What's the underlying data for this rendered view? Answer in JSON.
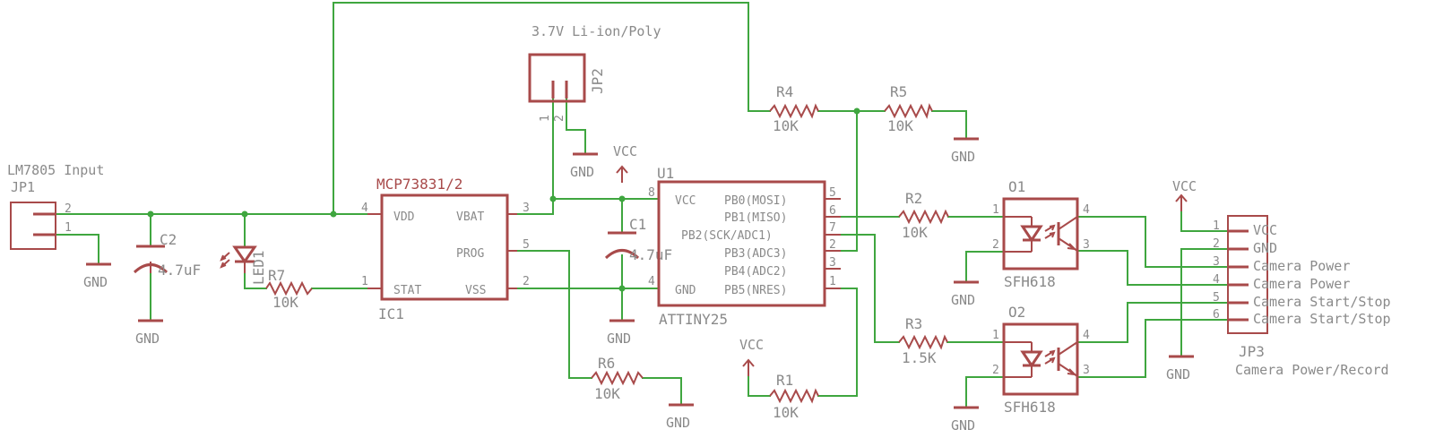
{
  "headers": {
    "jp1_title": "LM7805 Input",
    "jp2_title": "3.7V Li-ion/Poly",
    "jp3_title": "Camera Power/Record"
  },
  "parts": {
    "jp1": "JP1",
    "jp2": "JP2",
    "jp3": "JP3",
    "ic1_value": "MCP73831/2",
    "ic1_name": "IC1",
    "u1_name": "U1",
    "u1_value": "ATTINY25",
    "c1": "C1",
    "c1_value": "4.7uF",
    "c2": "C2",
    "c2_value": "4.7uF",
    "led1": "LED1",
    "r1": "R1",
    "r1_value": "10K",
    "r2": "R2",
    "r2_value": "10K",
    "r3": "R3",
    "r3_value": "1.5K",
    "r4": "R4",
    "r4_value": "10K",
    "r5": "R5",
    "r5_value": "10K",
    "r6": "R6",
    "r6_value": "10K",
    "r7": "R7",
    "r7_value": "10K",
    "o1": "O1",
    "o2": "O2",
    "o_value": "SFH618"
  },
  "power": {
    "gnd": "GND",
    "vcc": "VCC"
  },
  "ic1_pins": {
    "vdd": "VDD",
    "vbat": "VBAT",
    "prog": "PROG",
    "stat": "STAT",
    "vss": "VSS"
  },
  "u1_pins": {
    "vcc": "VCC",
    "gnd": "GND",
    "pb0": "PB0(MOSI)",
    "pb1": "PB1(MISO)",
    "pb2": "PB2(SCK/ADC1)",
    "pb3": "PB3(ADC3)",
    "pb4": "PB4(ADC2)",
    "pb5": "PB5(NRES)"
  },
  "jp3_pins": [
    "VCC",
    "GND",
    "Camera Power",
    "Camera Power",
    "Camera Start/Stop",
    "Camera Start/Stop"
  ],
  "pin_numbers": {
    "n1": "1",
    "n2": "2",
    "n3": "3",
    "n4": "4",
    "n5": "5",
    "n6": "6",
    "n7": "7",
    "n8": "8"
  },
  "colors": {
    "wire": "#3fa63f",
    "part": "#a84a4a",
    "text": "#8a8a8a",
    "background": "#ffffff"
  }
}
